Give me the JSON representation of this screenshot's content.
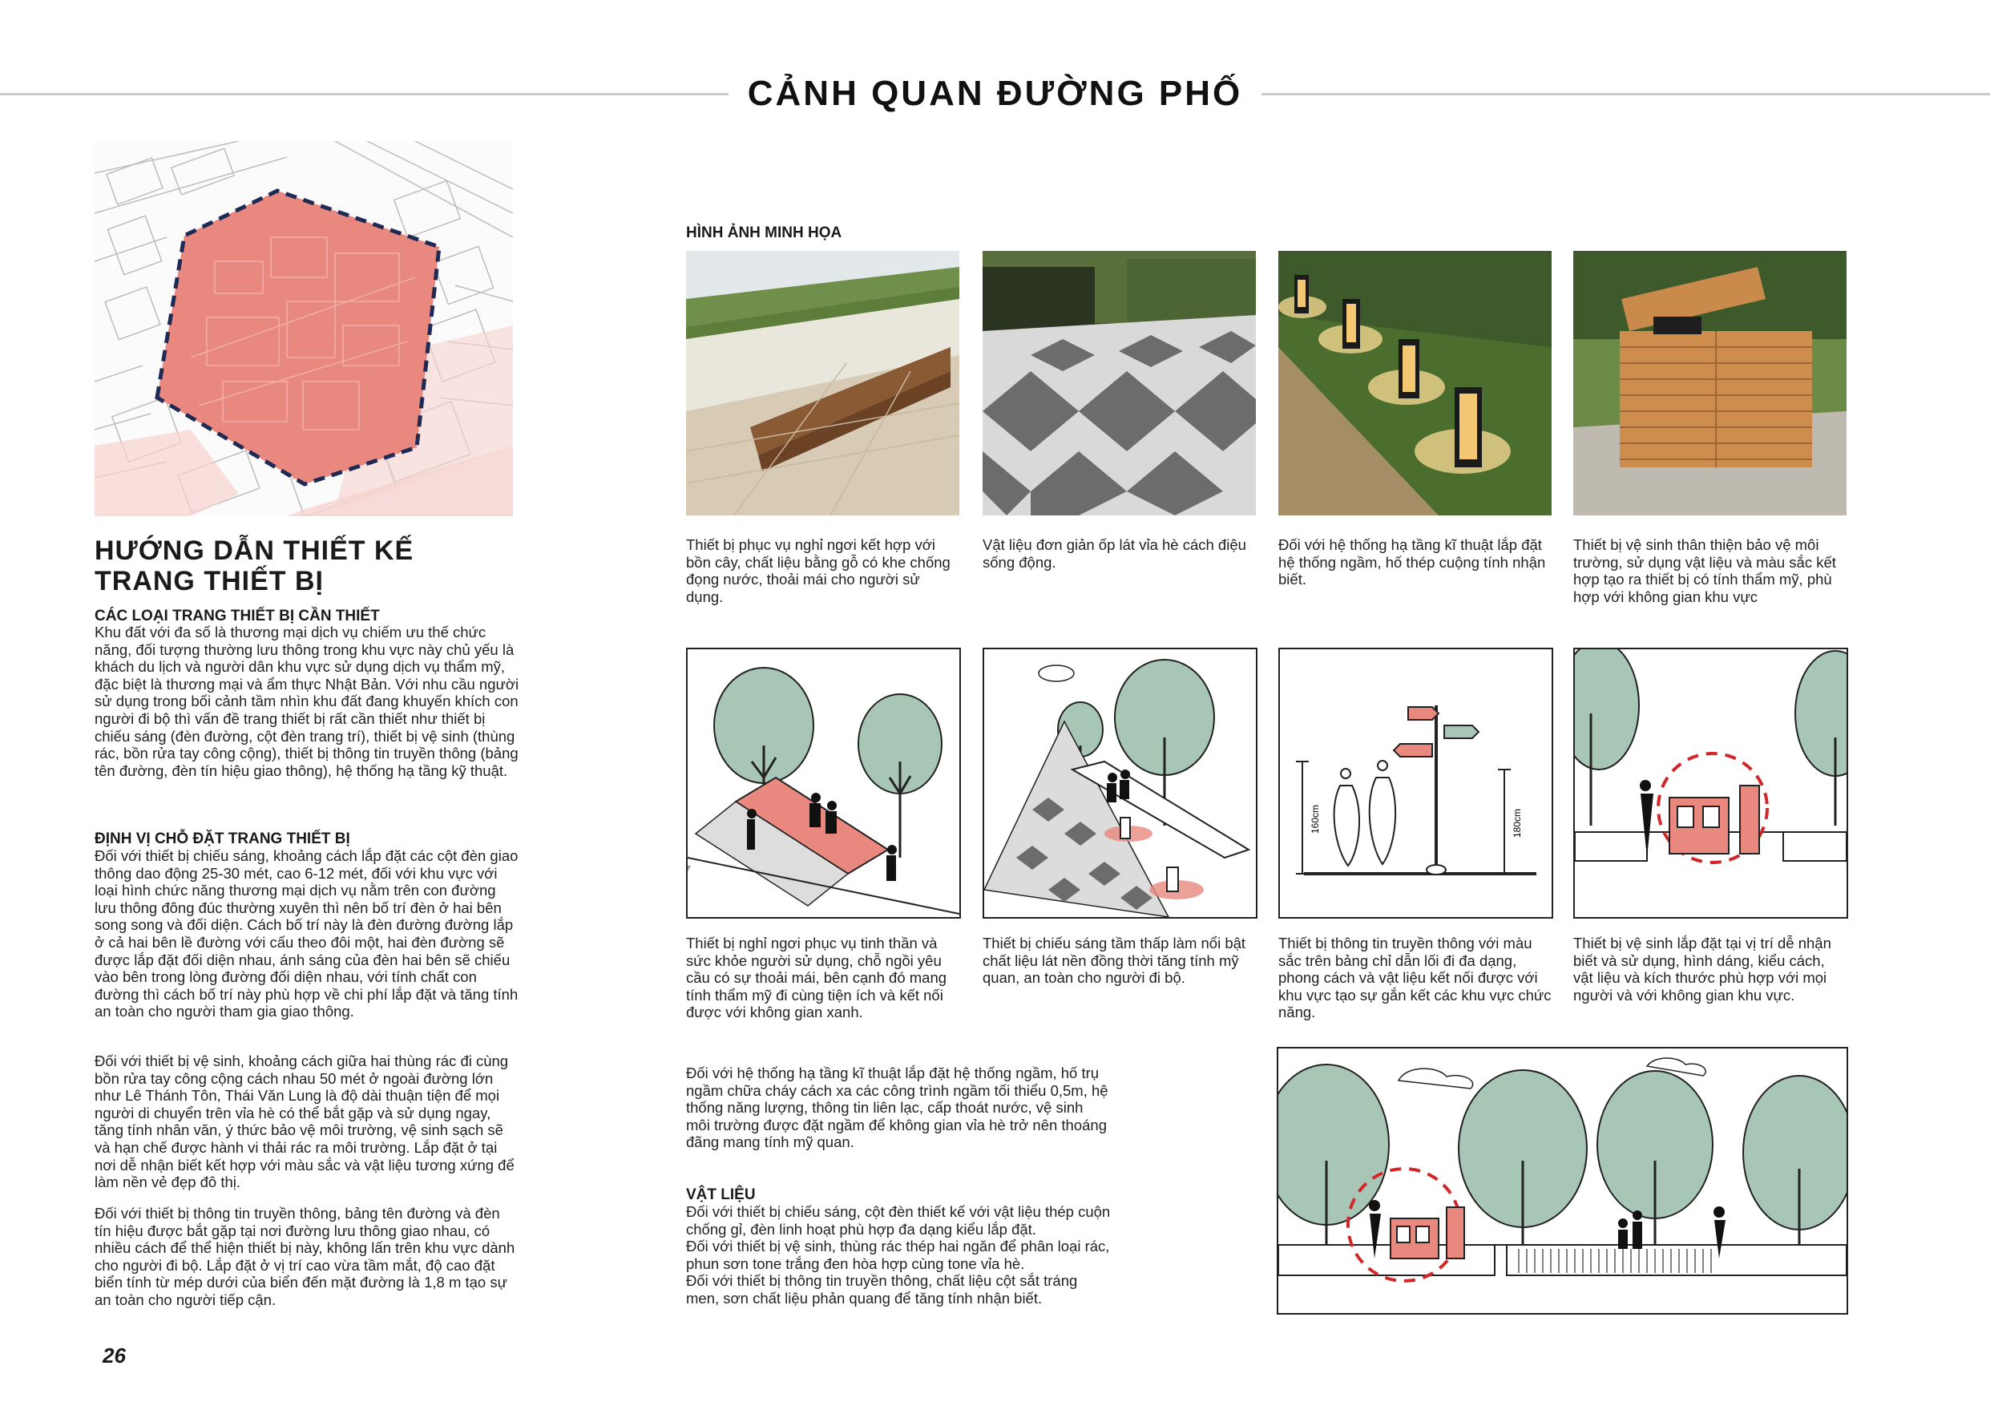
{
  "header": {
    "title": "CẢNH QUAN ĐƯỜNG PHỐ"
  },
  "colors": {
    "accent": "#e8887e",
    "light_accent": "#f6d3cf",
    "tree": "#a8c6b6",
    "boundary": "#1f2a55",
    "red_dash": "#d0282a"
  },
  "left": {
    "heading": "HƯỚNG DẪN THIẾT KẾ TRANG THIẾT BỊ",
    "section1_title": "CÁC LOẠI TRANG THIẾT BỊ CẦN THIẾT",
    "section1_text": "Khu đất với đa số là thương mại dịch vụ chiếm ưu thế chức năng, đối tượng thường lưu thông trong khu vực này chủ yếu là khách du lịch và người dân khu vực sử dụng dịch vụ thẩm mỹ, đặc biệt là thương mại và ẩm thực Nhật Bản. Với nhu cầu người sử dụng trong bối cảnh tầm nhìn khu đất đang khuyến khích con người đi bộ thì vấn đề trang thiết bị rất cần thiết như thiết bị chiếu sáng (đèn đường, cột đèn trang trí), thiết bị vệ sinh (thùng rác, bồn rửa tay công cộng), thiết bị thông tin truyền thông (bảng tên đường, đèn tín hiệu giao thông), hệ thống hạ tầng kỹ thuật.",
    "section2_title": "ĐỊNH VỊ CHỖ ĐẶT TRANG THIẾT BỊ",
    "section2_p1": "Đối với thiết bị chiếu sáng, khoảng cách lắp đặt các cột đèn giao thông dao động 25-30 mét, cao 6-12 mét, đối với khu vực với loại hình chức năng thương mại dịch vụ nằm trên con đường lưu thông đông đúc thường xuyên thì nên bố trí đèn ở hai bên song song và đối diện. Cách bố trí này là đèn đường đường lắp ở cả hai bên lề đường với cấu theo đôi một, hai đèn đường sẽ được lắp đặt đối diện nhau, ánh sáng của đèn hai bên sẽ chiếu vào bên trong lòng đường đối diện nhau, với tính chất con đường thì cách bố trí này phù hợp về chi phí lắp đặt và tăng tính an toàn cho người tham gia giao thông.",
    "section2_p2": "Đối với thiết bị vệ sinh, khoảng cách giữa hai thùng rác đi cùng bồn rửa tay công cộng cách nhau 50 mét ở ngoài đường lớn như Lê Thánh Tôn, Thái Văn Lung là độ dài thuận tiện để mọi người di chuyển trên vỉa hè có thể bắt gặp và sử dụng ngay, tăng tính nhân văn, ý thức bảo vệ môi trường, vệ sinh sạch sẽ và hạn chế được hành vi thải rác ra môi trường. Lắp đặt ở tại nơi dễ nhận biết kết hợp với màu sắc và vật liệu tương xứng để làm nền vẻ đẹp đô thị.",
    "section2_p3": "Đối với thiết bị thông tin truyền thông, bảng tên đường và đèn tín hiệu được bắt gặp tại nơi đường lưu thông giao nhau, có nhiều cách để thể hiện thiết bị này, không lấn trên khu vực dành cho người đi bộ. Lắp đặt ở vị trí cao vừa tầm mắt, độ cao đặt biển tính từ mép dưới của biển đến mặt đường là 1,8 m tạo sự an toàn cho người tiếp cận."
  },
  "gallery": {
    "label": "HÌNH ẢNH MINH HỌA",
    "photo_captions": [
      "Thiết bị phục vụ nghỉ ngơi kết hợp với bồn cây, chất liệu bằng gỗ có khe chống đọng nước, thoải mái cho người sử dụng.",
      "Vật liệu đơn giản ốp lát vỉa hè cách điệu sống động.",
      "Đối với hệ thống hạ tầng kĩ thuật lắp đặt hệ thống ngầm, hố thép cuộng tính nhận biết.",
      "Thiết bị vệ sinh thân thiện bảo vệ môi trường, sử dụng vật liệu và màu sắc kết hợp tạo ra thiết bị có tính thẩm mỹ, phù hợp với không gian khu vực"
    ],
    "sketch_captions": [
      "Thiết bị nghỉ ngơi phục vụ tinh thần và sức khỏe người sử dụng, chỗ ngồi yêu cầu có sự thoải mái, bên cạnh đó mang tính thẩm mỹ đi cùng tiện ích và kết nối được với không gian xanh.",
      "Thiết bị chiếu sáng tầm thấp làm nổi bật chất liệu lát nền đồng thời tăng tính mỹ quan, an toàn cho người đi bộ.",
      "Thiết bị thông tin truyền thông với màu sắc trên bảng chỉ dẫn lối đi đa dạng, phong cách và vật liệu kết nối được với khu vực tạo sự gắn kết các khu vực chức năng.",
      "Thiết bị vệ sinh lắp đặt tại vị trí dễ nhận biết và sử dụng, hình dáng, kiểu cách, vật liệu và kích thước phù hợp với mọi người và với không gian khu vực."
    ],
    "sign_label_left": "160cm",
    "sign_label_right": "180cm"
  },
  "bottom": {
    "infra_text": "Đối với hệ thống hạ tầng kĩ thuật lắp đặt hệ thống ngầm, hố trụ ngầm chữa cháy cách xa các công trình ngầm tối thiểu 0,5m, hệ thống năng lượng, thông tin liên lạc, cấp thoát nước, vệ sinh môi trường được đặt ngầm để không gian vỉa hè trở nên thoáng đãng mang tính mỹ quan.",
    "material_title": "VẬT LIỆU",
    "material_p1": "Đối với thiết bị chiếu sáng, cột đèn thiết kế với vật liệu thép cuộn chống gỉ, đèn linh hoạt phù hợp đa dạng kiểu lắp đặt.",
    "material_p2": "Đối với thiết bị vệ sinh, thùng rác thép hai ngăn để phân loại rác, phun sơn tone trắng đen hòa hợp cùng tone vỉa hè.",
    "material_p3": "Đối với thiết bị thông tin truyền thông, chất liệu cột sắt tráng men, sơn chất liệu phản quang để tăng tính nhận biết."
  },
  "footer": {
    "page_number": "26"
  }
}
